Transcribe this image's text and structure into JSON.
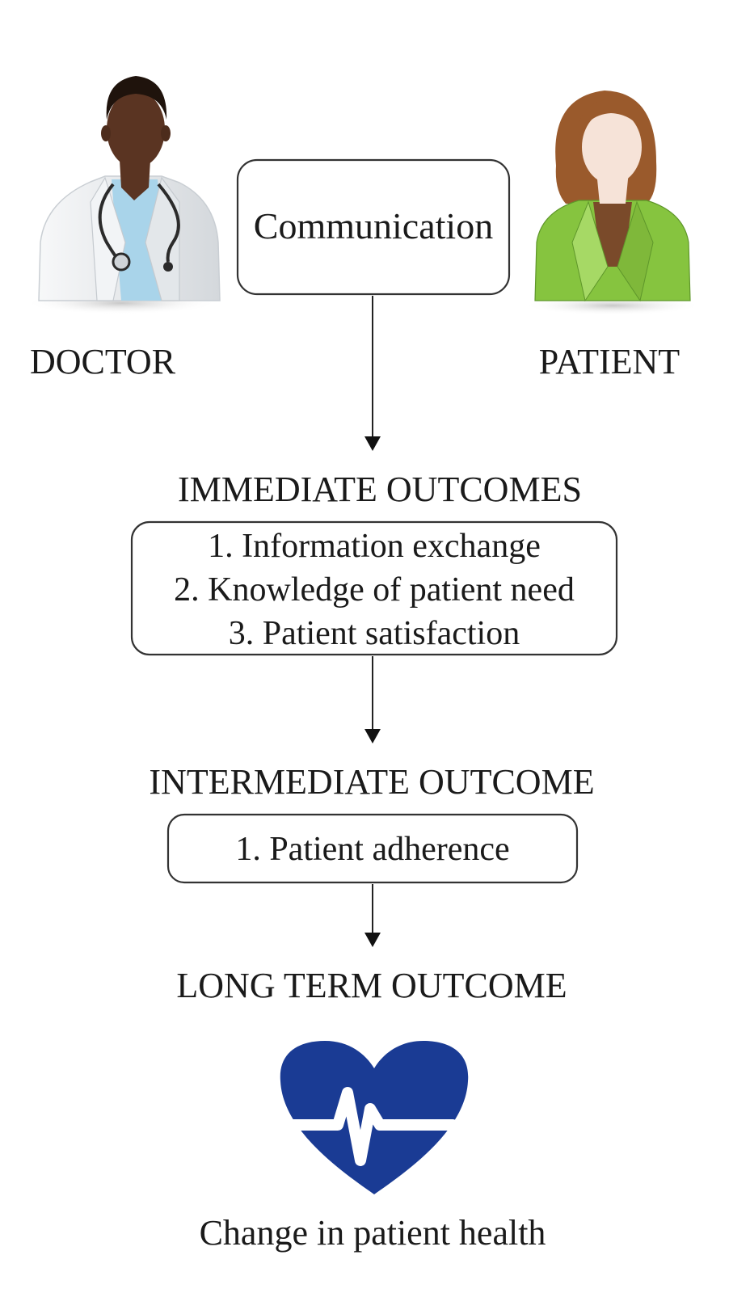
{
  "actors": {
    "doctor_label": "DOCTOR",
    "patient_label": "PATIENT",
    "doctor_icon": "doctor-icon",
    "patient_icon": "patient-icon"
  },
  "communication": {
    "label": "Communication"
  },
  "immediate": {
    "heading": "IMMEDIATE OUTCOMES",
    "items": [
      "1. Information exchange",
      "2. Knowledge of patient need",
      "3. Patient satisfaction"
    ]
  },
  "intermediate": {
    "heading": "INTERMEDIATE OUTCOME",
    "items": [
      "1. Patient adherence"
    ]
  },
  "long_term": {
    "heading": "LONG TERM OUTCOME",
    "icon": "heart-pulse-icon",
    "caption": "Change in patient health"
  },
  "colors": {
    "heart": "#1a3b94",
    "coat": "#e9ecef",
    "scrubs": "#a9d4ea",
    "skin_dark": "#5a3422",
    "hair_dark": "#1f130c",
    "jacket": "#86c43f",
    "hair_auburn": "#9a5a2c",
    "skin_light": "#f6e3d8"
  }
}
